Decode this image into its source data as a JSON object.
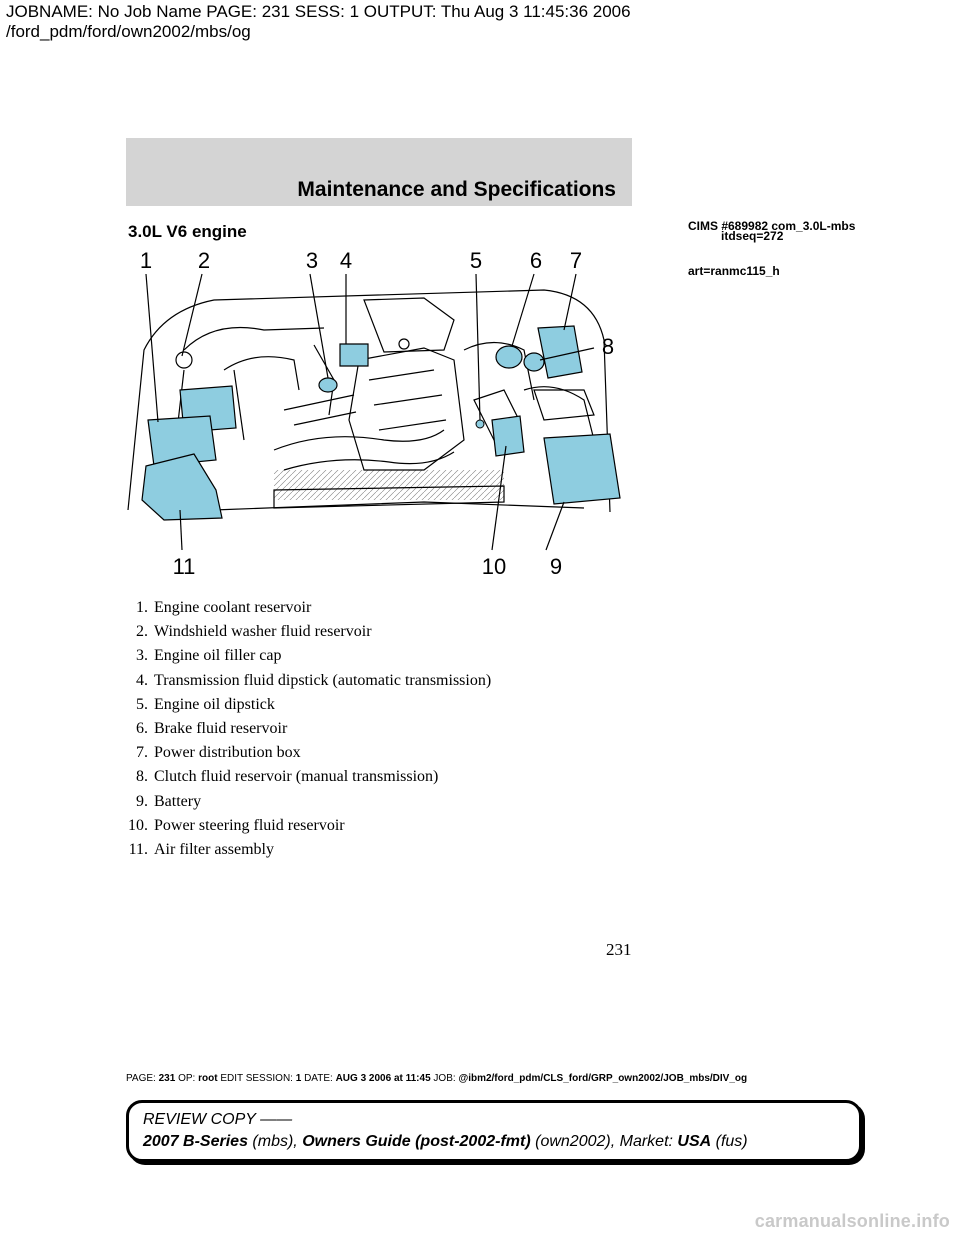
{
  "job_header": {
    "line1": "JOBNAME: No Job Name  PAGE: 231  SESS: 1  OUTPUT: Thu Aug  3 11:45:36 2006",
    "line2": "/ford_pdm/ford/own2002/mbs/og"
  },
  "header": {
    "title": "Maintenance and Specifications"
  },
  "section": {
    "title": "3.0L V6 engine",
    "cims_line1": "CIMS  #689982  com_3.0L-mbs",
    "cims_line2": "itdseq=272",
    "art": "art=ranmc115_h"
  },
  "callouts": [
    "1",
    "2",
    "3",
    "4",
    "5",
    "6",
    "7",
    "8",
    "9",
    "10",
    "11"
  ],
  "colors": {
    "highlight": "#8ecde0",
    "header_bg": "#d4d4d4"
  },
  "legend": [
    {
      "num": "1.",
      "text": "Engine coolant reservoir"
    },
    {
      "num": "2.",
      "text": "Windshield washer fluid reservoir"
    },
    {
      "num": "3.",
      "text": "Engine oil filler cap"
    },
    {
      "num": "4.",
      "text": "Transmission fluid dipstick (automatic transmission)"
    },
    {
      "num": "5.",
      "text": "Engine oil dipstick"
    },
    {
      "num": "6.",
      "text": "Brake fluid reservoir"
    },
    {
      "num": "7.",
      "text": "Power distribution box"
    },
    {
      "num": "8.",
      "text": "Clutch fluid reservoir (manual transmission)"
    },
    {
      "num": "9.",
      "text": "Battery"
    },
    {
      "num": "10.",
      "text": "Power steering fluid reservoir"
    },
    {
      "num": "11.",
      "text": "Air filter assembly"
    }
  ],
  "page_number": "231",
  "page_info": {
    "page_label": "PAGE:",
    "page": "231",
    "op_label": "OP:",
    "op": "root",
    "session_label": "EDIT SESSION:",
    "session": "1",
    "date_label": "DATE:",
    "date": "AUG  3  2006  at  11:45",
    "job_label": "JOB:",
    "job": "@ibm2/ford_pdm/CLS_ford/GRP_own2002/JOB_mbs/DIV_og"
  },
  "review": {
    "line1": "REVIEW COPY ——",
    "model": "2007 B-Series",
    "model_code": " (mbs)",
    "guide": "Owners Guide (post-2002-fmt)",
    "guide_code": " (own2002)",
    "market_label": "Market: ",
    "market": "USA",
    "market_code": " (fus)"
  },
  "watermark": "carmanualsonline.info"
}
